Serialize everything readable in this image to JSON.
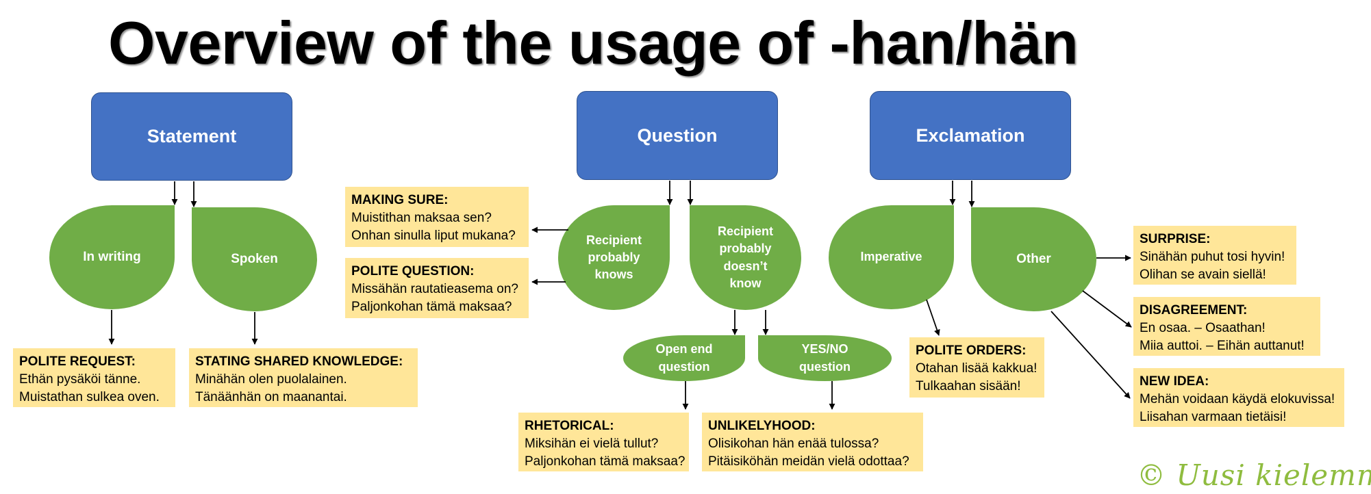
{
  "title": "Overview of the usage of -han/hän",
  "headers": {
    "statement": "Statement",
    "question": "Question",
    "exclamation": "Exclamation"
  },
  "leaves": {
    "in_writing": [
      "In writing"
    ],
    "spoken": [
      "Spoken"
    ],
    "recipient_knows": [
      "Recipient",
      "probably",
      "knows"
    ],
    "recipient_doesnt_know": [
      "Recipient",
      "probably",
      "doesn’t",
      "know"
    ],
    "open_end": [
      "Open end",
      "question"
    ],
    "yes_no": [
      "YES/NO",
      "question"
    ],
    "imperative": [
      "Imperative"
    ],
    "other": [
      "Other"
    ]
  },
  "notes": {
    "polite_request": {
      "title": "POLITE REQUEST:",
      "lines": [
        "Ethän pysäköi tänne.",
        "Muistathan sulkea oven."
      ]
    },
    "shared_knowledge": {
      "title": "STATING SHARED KNOWLEDGE:",
      "lines": [
        "Minähän olen puolalainen.",
        "Tänäänhän on maanantai."
      ]
    },
    "making_sure": {
      "title": "MAKING SURE:",
      "lines": [
        "Muistithan maksaa sen?",
        "Onhan sinulla liput mukana?"
      ]
    },
    "polite_question": {
      "title": "POLITE QUESTION:",
      "lines": [
        "Missähän rautatieasema on?",
        "Paljonkohan tämä maksaa?"
      ]
    },
    "rhetorical": {
      "title": "RHETORICAL:",
      "lines": [
        "Miksihän ei vielä tullut?",
        "Paljonkohan tämä maksaa?"
      ]
    },
    "unlikelyhood": {
      "title": "UNLIKELYHOOD:",
      "lines": [
        "Olisikohan hän enää tulossa?",
        "Pitäisiköhän meidän vielä odottaa?"
      ]
    },
    "polite_orders": {
      "title": "POLITE ORDERS:",
      "lines": [
        "Otahan lisää kakkua!",
        "Tulkaahan sisään!"
      ]
    },
    "surprise": {
      "title": "SURPRISE:",
      "lines": [
        "Sinähän puhut tosi hyvin!",
        "Olihan se avain siellä!"
      ]
    },
    "disagreement": {
      "title": "DISAGREEMENT:",
      "lines": [
        "En osaa. – Osaathan!",
        "Miia auttoi. – Eihän auttanut!"
      ]
    },
    "new_idea": {
      "title": "NEW IDEA:",
      "lines": [
        "Mehän voidaan käydä elokuvissa!",
        "Liisahan varmaan tietäisi!"
      ]
    }
  },
  "copyright": "© Uusi kielemme",
  "colors": {
    "header": "#4472c4",
    "leaf": "#70ad47",
    "note": "#ffe699",
    "copyright": "#8fbc3f"
  }
}
